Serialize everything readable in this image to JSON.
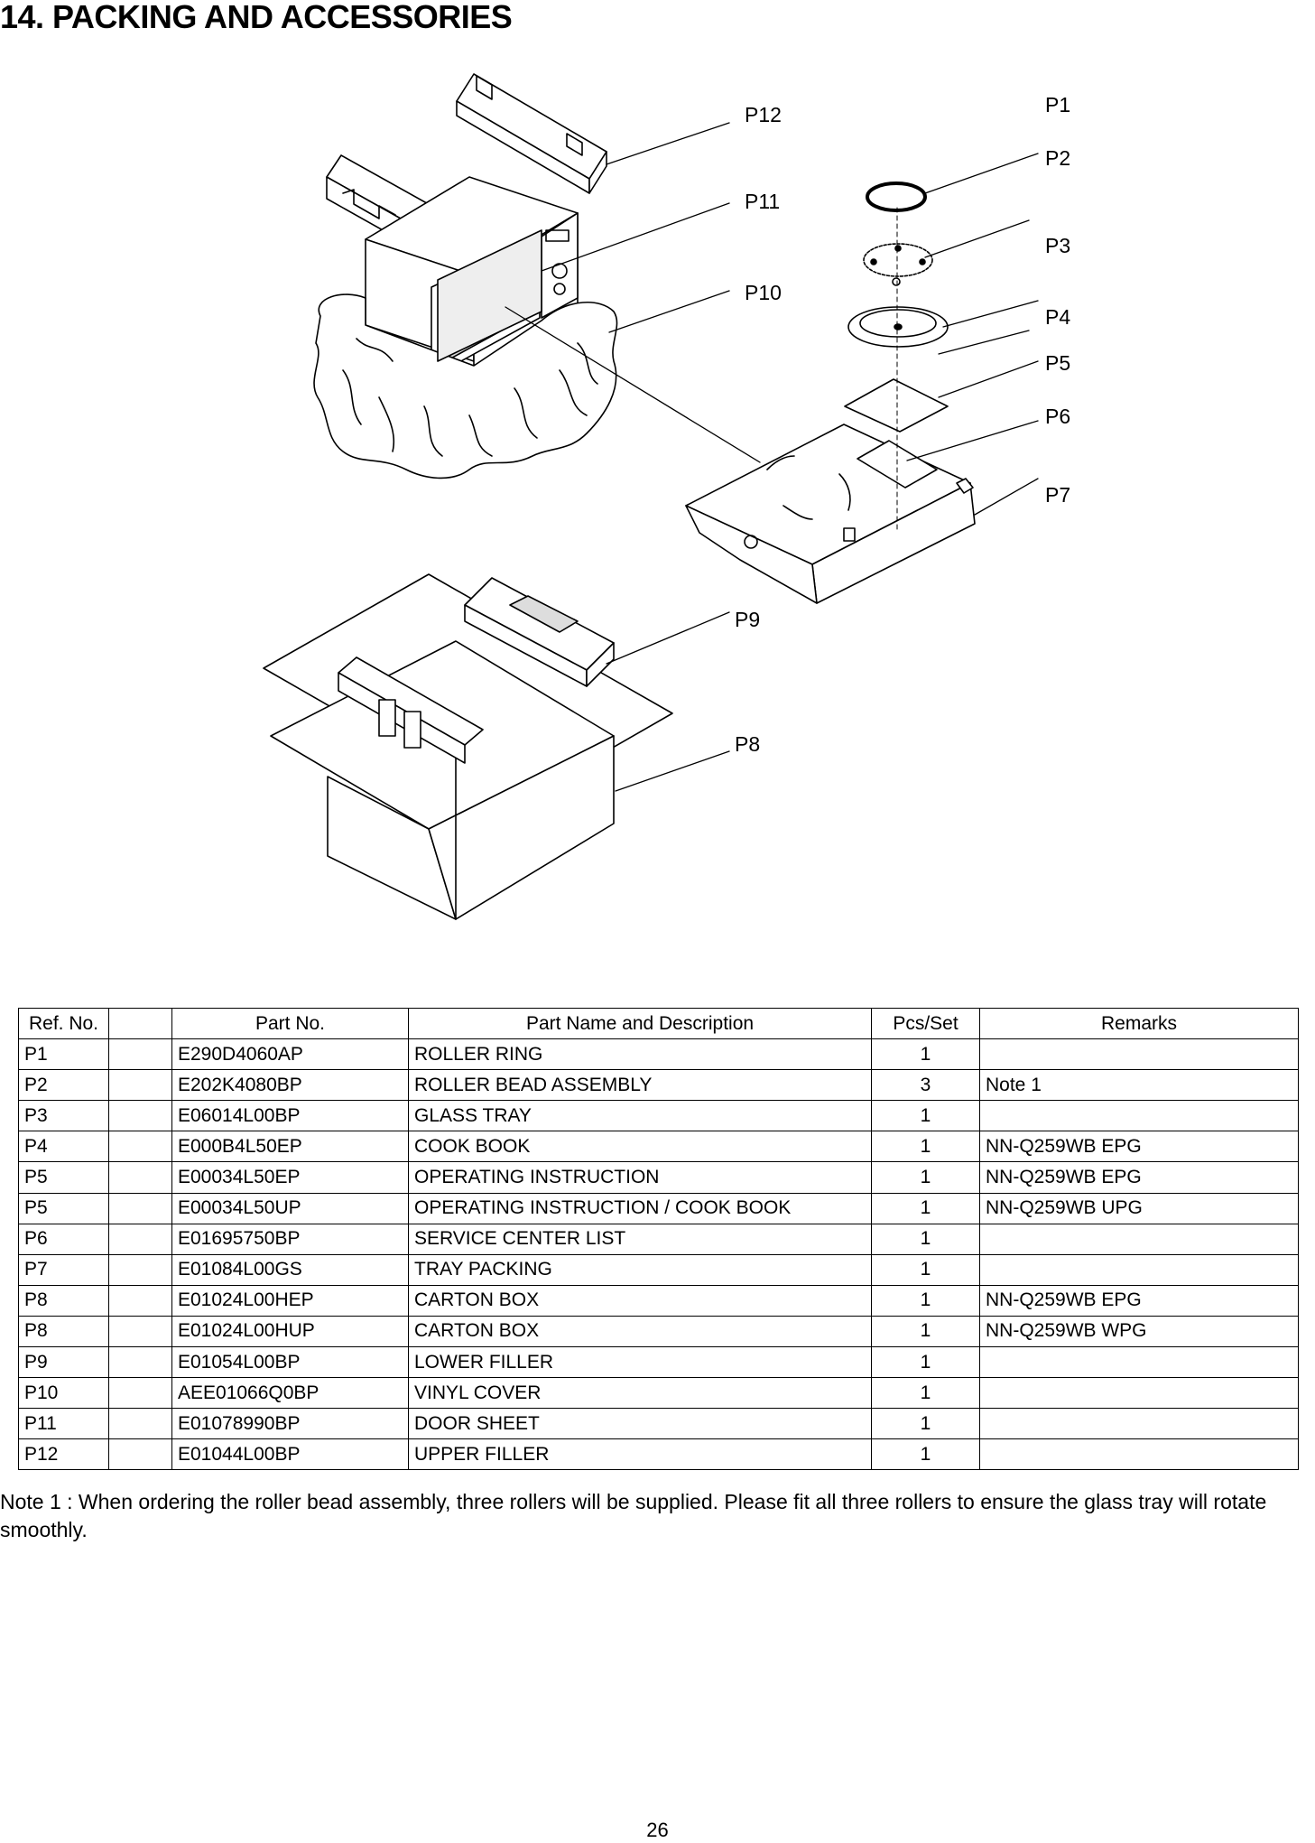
{
  "title": "14.  PACKING AND ACCESSORIES",
  "callouts": [
    "P1",
    "P2",
    "P3",
    "P4",
    "P5",
    "P6",
    "P7",
    "P8",
    "P9",
    "P10",
    "P11",
    "P12"
  ],
  "table": {
    "headers": [
      "Ref. No.",
      "",
      "Part No.",
      "Part Name and Description",
      "Pcs/Set",
      "Remarks"
    ],
    "rows": [
      [
        "P1",
        "",
        "E290D4060AP",
        "ROLLER RING",
        "1",
        ""
      ],
      [
        "P2",
        "",
        "E202K4080BP",
        "ROLLER BEAD ASSEMBLY",
        "3",
        "Note 1"
      ],
      [
        "P3",
        "",
        "E06014L00BP",
        "GLASS TRAY",
        "1",
        ""
      ],
      [
        "P4",
        "",
        "E000B4L50EP",
        "COOK BOOK",
        "1",
        "NN-Q259WB EPG"
      ],
      [
        "P5",
        "",
        "E00034L50EP",
        "OPERATING INSTRUCTION",
        "1",
        "NN-Q259WB EPG"
      ],
      [
        "P5",
        "",
        "E00034L50UP",
        "OPERATING INSTRUCTION / COOK BOOK",
        "1",
        "NN-Q259WB UPG"
      ],
      [
        "P6",
        "",
        "E01695750BP",
        "SERVICE CENTER LIST",
        "1",
        ""
      ],
      [
        "P7",
        "",
        "E01084L00GS",
        "TRAY PACKING",
        "1",
        ""
      ],
      [
        "P8",
        "",
        "E01024L00HEP",
        "CARTON BOX",
        "1",
        "NN-Q259WB EPG"
      ],
      [
        "P8",
        "",
        "E01024L00HUP",
        "CARTON BOX",
        "1",
        "NN-Q259WB WPG"
      ],
      [
        "P9",
        "",
        "E01054L00BP",
        "LOWER FILLER",
        "1",
        ""
      ],
      [
        "P10",
        "",
        "AEE01066Q0BP",
        "VINYL COVER",
        "1",
        ""
      ],
      [
        "P11",
        "",
        "E01078990BP",
        "DOOR SHEET",
        "1",
        ""
      ],
      [
        "P12",
        "",
        "E01044L00BP",
        "UPPER FILLER",
        "1",
        ""
      ]
    ]
  },
  "note": "Note 1 : When ordering the roller bead assembly, three rollers will be supplied. Please fit all three rollers to ensure the glass tray will rotate smoothly.",
  "page_number": "26"
}
